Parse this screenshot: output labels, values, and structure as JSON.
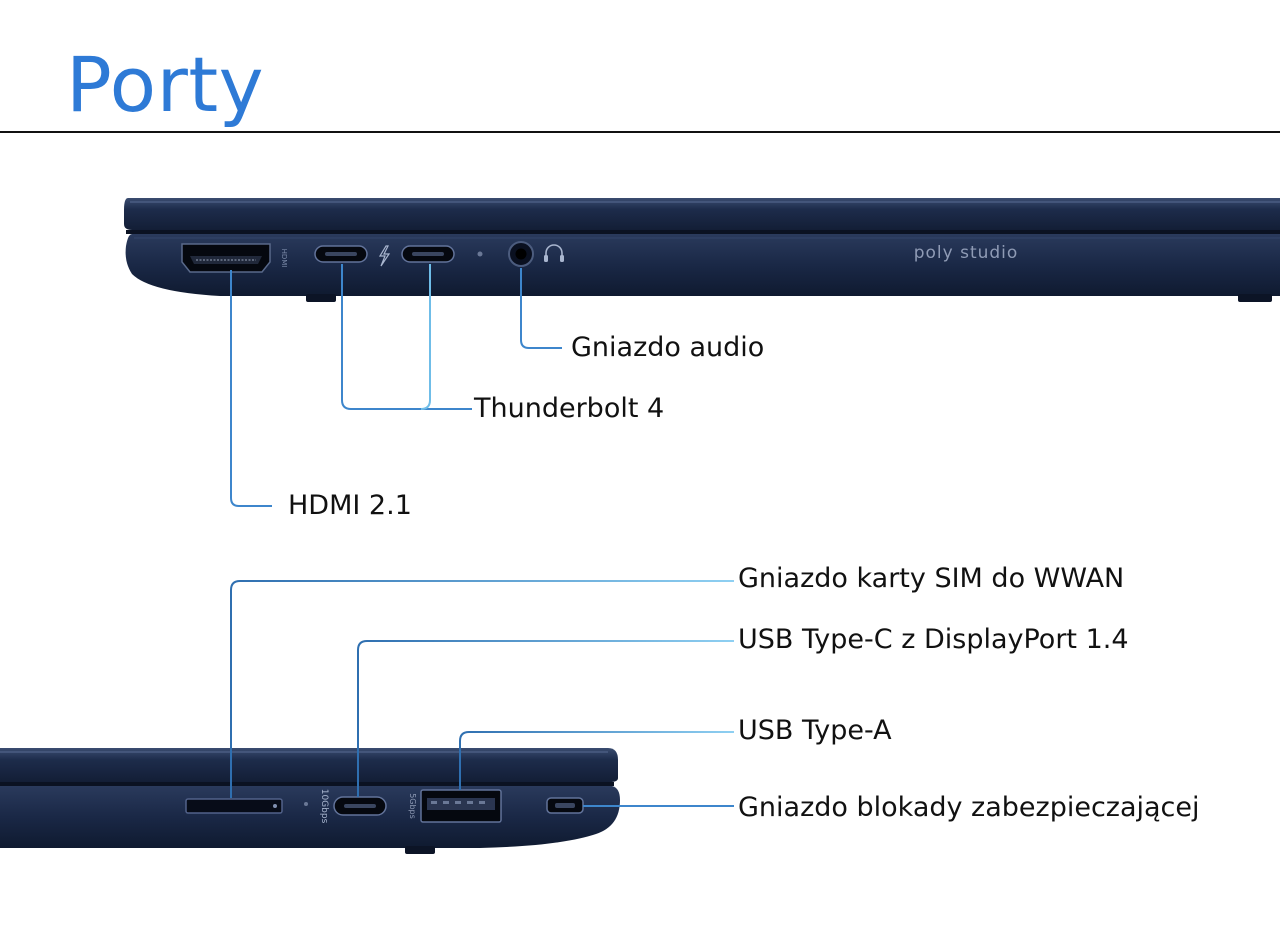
{
  "title": "Porty",
  "laptop_top": {
    "hdmi_marking": "HDMI",
    "speaker_text": "poly studio"
  },
  "laptop_bottom": {
    "usbc_marking": "10Gbps",
    "usba_marking": "5Gbps"
  },
  "callouts": {
    "audio": "Gniazdo audio",
    "thunderbolt": "Thunderbolt 4",
    "hdmi": "HDMI 2.1",
    "sim": "Gniazdo karty SIM do WWAN",
    "usbc": "USB Type-C z DisplayPort 1.4",
    "usba": "USB Type-A",
    "lock": "Gniazdo blokady zabezpieczającej"
  },
  "colors": {
    "title": "#2e7ad6",
    "chassis": "#1b2a48",
    "leader_line": "#5aa9e0"
  }
}
